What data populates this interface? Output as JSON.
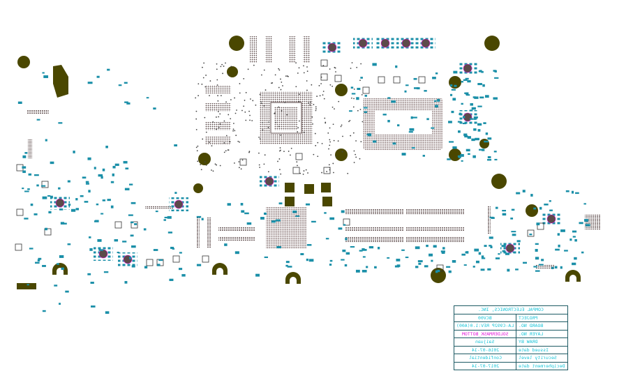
{
  "title_block": {
    "company": "COMPAL ELECTRONICS, INC.",
    "rows": [
      {
        "label": "PROJECT",
        "value": "BCV00"
      },
      {
        "label": "BOARD NO.",
        "value": "LA-C992P  REV:1.0(A00)"
      },
      {
        "label": "LAYER NO.",
        "value": "SOLDERMASK_BOTTOM"
      },
      {
        "label": "DRAW BY",
        "value": "Saijuan"
      },
      {
        "label": "Issued date",
        "value": "2016-07-14"
      },
      {
        "label": "Security level",
        "value": "Confidential"
      },
      {
        "label": "Decipherment date",
        "value": "2017-07-14"
      }
    ]
  },
  "colors": {
    "pad": "#4a4700",
    "component": "#5c4a4a",
    "silkscreen": "#1a9fb3",
    "highlight": "#e01ad8"
  }
}
